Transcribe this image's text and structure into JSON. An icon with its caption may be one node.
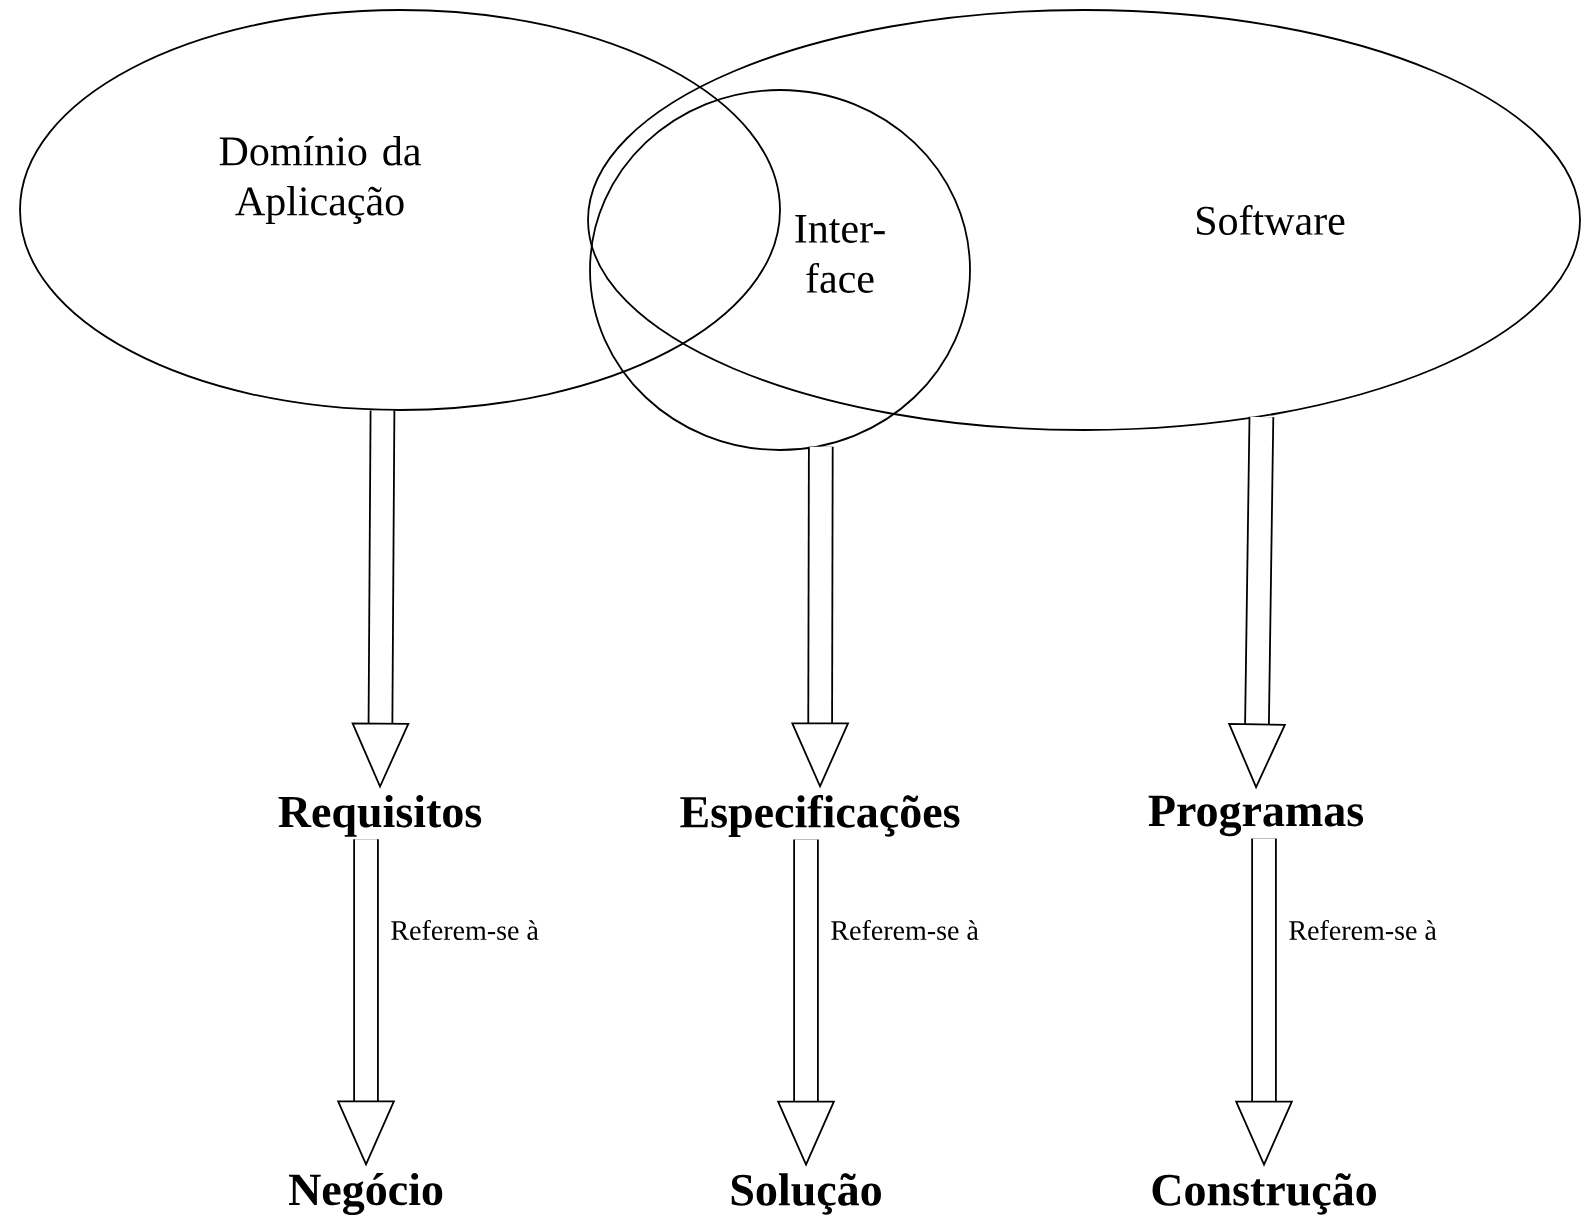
{
  "diagram": {
    "nodes": [
      {
        "text": [
          "Domínio da Aplicação"
        ]
      },
      {
        "text": [
          "Inter-face"
        ]
      },
      {
        "text": [
          "Software"
        ]
      },
      {
        "text": [
          "Requisitos"
        ]
      },
      {
        "text": [
          "Especificações"
        ]
      },
      {
        "text": [
          "Programas"
        ]
      },
      {
        "text": [
          "Negócio"
        ]
      },
      {
        "text": [
          "Solução"
        ]
      },
      {
        "text": [
          "Construção"
        ]
      }
    ],
    "edges": [
      {
        "from": 0,
        "to": 3,
        "arrow": "to"
      },
      {
        "from": 1,
        "to": 4,
        "arrow": "to"
      },
      {
        "from": 2,
        "to": 5,
        "arrow": "to"
      },
      {
        "from": 3,
        "to": 6,
        "arrow": "to",
        "label": "Referem-se à"
      },
      {
        "from": 4,
        "to": 7,
        "arrow": "to",
        "label": "Referem-se à"
      },
      {
        "from": 5,
        "to": 8,
        "arrow": "to",
        "label": "Referem-se à"
      }
    ]
  }
}
